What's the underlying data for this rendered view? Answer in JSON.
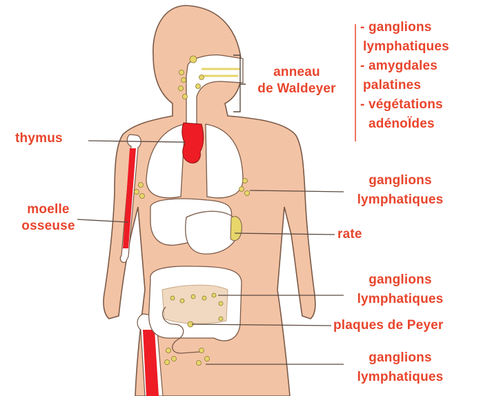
{
  "labels": {
    "thymus": "thymus",
    "moelle_osseuse": [
      "moelle",
      "osseuse"
    ],
    "anneau_waldeyer": [
      "anneau",
      "de Waldeyer"
    ],
    "waldeyer_list": [
      "- ganglions",
      "lymphatiques",
      "- amygdales",
      "palatines",
      "- végétations",
      "adénoÏdes"
    ],
    "ganglions_axillaires": [
      "ganglions",
      "lymphatiques"
    ],
    "rate": "rate",
    "ganglions_mesenteriques": [
      "ganglions",
      "lymphatiques"
    ],
    "plaques_peyer": "plaques de Peyer",
    "ganglions_inguinaux": [
      "ganglions",
      "lymphatiques"
    ]
  },
  "colors": {
    "label": "#e8452c",
    "skin": "#f3c3a5",
    "skin_outline": "#7a5a48",
    "organ_red": "#ee1c25",
    "node_yellow": "#e7d66a",
    "organ_white": "#ffffff",
    "leader_line": "#5a4a40"
  }
}
